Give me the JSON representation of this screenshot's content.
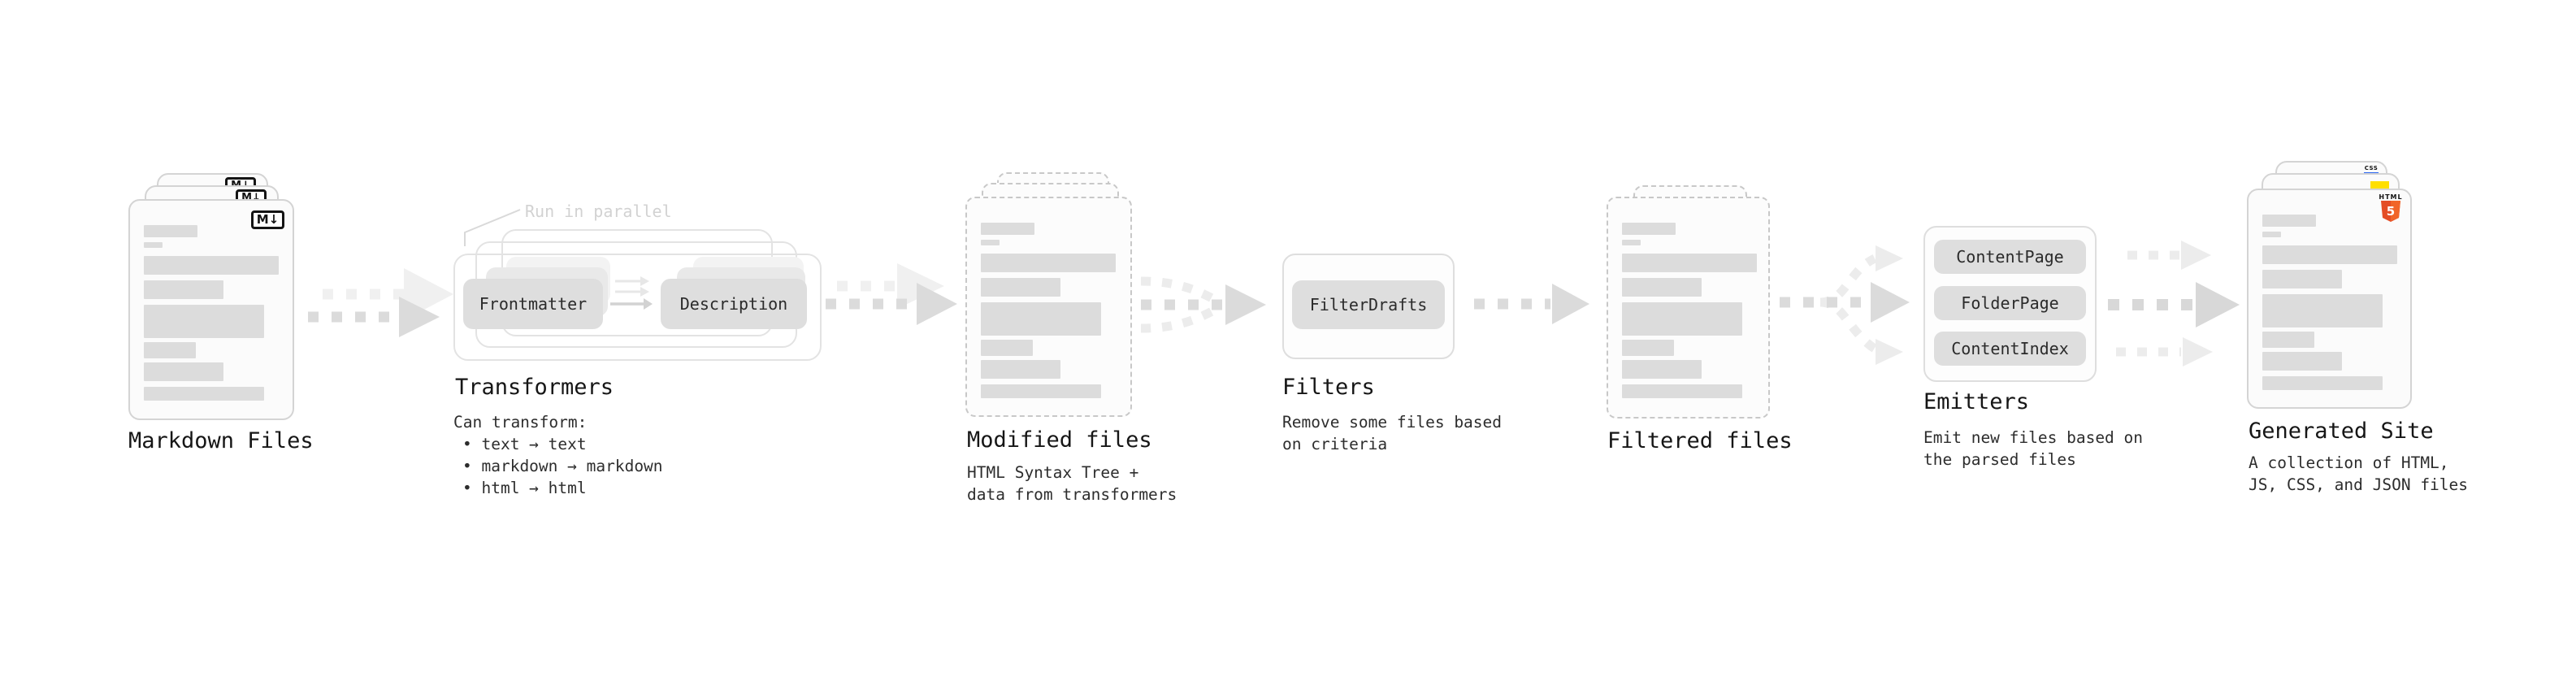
{
  "stages": {
    "markdown_files": {
      "label": "Markdown Files",
      "badge": "M↓"
    },
    "transformers": {
      "label": "Transformers",
      "annotation": "Run in parallel",
      "intro": "Can transform:",
      "bullets": [
        "• text → text",
        "• markdown → markdown",
        "• html → html"
      ],
      "input_pill": "Frontmatter",
      "output_pill": "Description"
    },
    "modified_files": {
      "label": "Modified files",
      "sublabel": "HTML Syntax Tree +\ndata from transformers"
    },
    "filters": {
      "label": "Filters",
      "sublabel": "Remove some files based\non criteria",
      "pill": "FilterDrafts"
    },
    "filtered_files": {
      "label": "Filtered files"
    },
    "emitters": {
      "label": "Emitters",
      "sublabel": "Emit new files based on\nthe parsed files",
      "pills": [
        "ContentPage",
        "FolderPage",
        "ContentIndex"
      ]
    },
    "generated_site": {
      "label": "Generated Site",
      "sublabel": "A collection of HTML,\nJS, CSS, and JSON files",
      "css_badge": "CSS",
      "html_badge_word": "HTML",
      "html_badge_number": "5"
    }
  },
  "colors": {
    "html5_orange": "#e44d26",
    "html5_orange_light": "#f16529",
    "js_yellow": "#ffdf00",
    "css_blue": "#2965f1"
  }
}
